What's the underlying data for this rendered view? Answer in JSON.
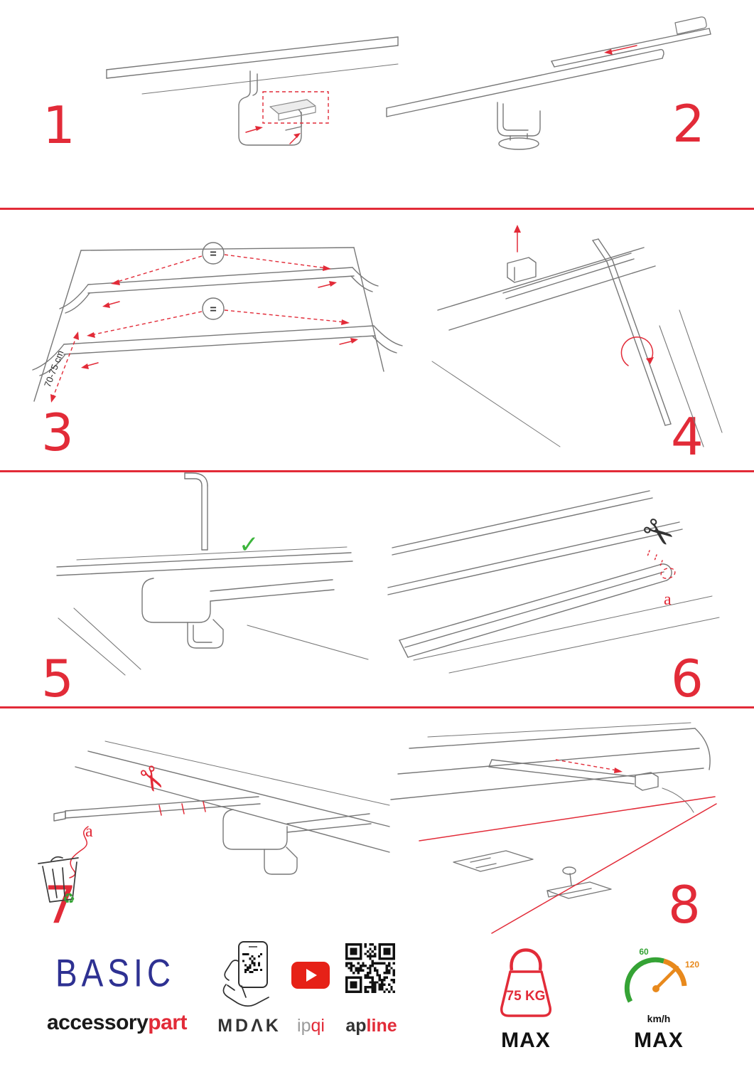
{
  "page": {
    "accent_red": "#e22b38",
    "brand_blue": "#2e3192",
    "green": "#35a335",
    "orange": "#e8891c"
  },
  "steps": {
    "s1": {
      "number": "1"
    },
    "s2": {
      "number": "2"
    },
    "s3": {
      "number": "3",
      "equals": "=",
      "dimension_label": "70-75 cm"
    },
    "s4": {
      "number": "4"
    },
    "s5": {
      "number": "5"
    },
    "s6": {
      "number": "6",
      "cut_label": "a"
    },
    "s7": {
      "number": "7",
      "cut_label": "a"
    },
    "s8": {
      "number": "8"
    }
  },
  "icons": {
    "scissors": "✂",
    "recycle": "♻",
    "check": "✓"
  },
  "footer": {
    "brand_title": "BASIC",
    "brand_sub_black": "accessory",
    "brand_sub_red": "part",
    "logo_mdak": "MDΛK",
    "logo_ipqi_gray": "ip",
    "logo_ipqi_red": "qi",
    "logo_apline_black": "ap",
    "logo_apline_red": "line",
    "weight_value": "75 KG",
    "weight_max_label": "MAX",
    "speed_low": "60",
    "speed_high": "120",
    "speed_unit": "km/h",
    "speed_max_label": "MAX"
  }
}
